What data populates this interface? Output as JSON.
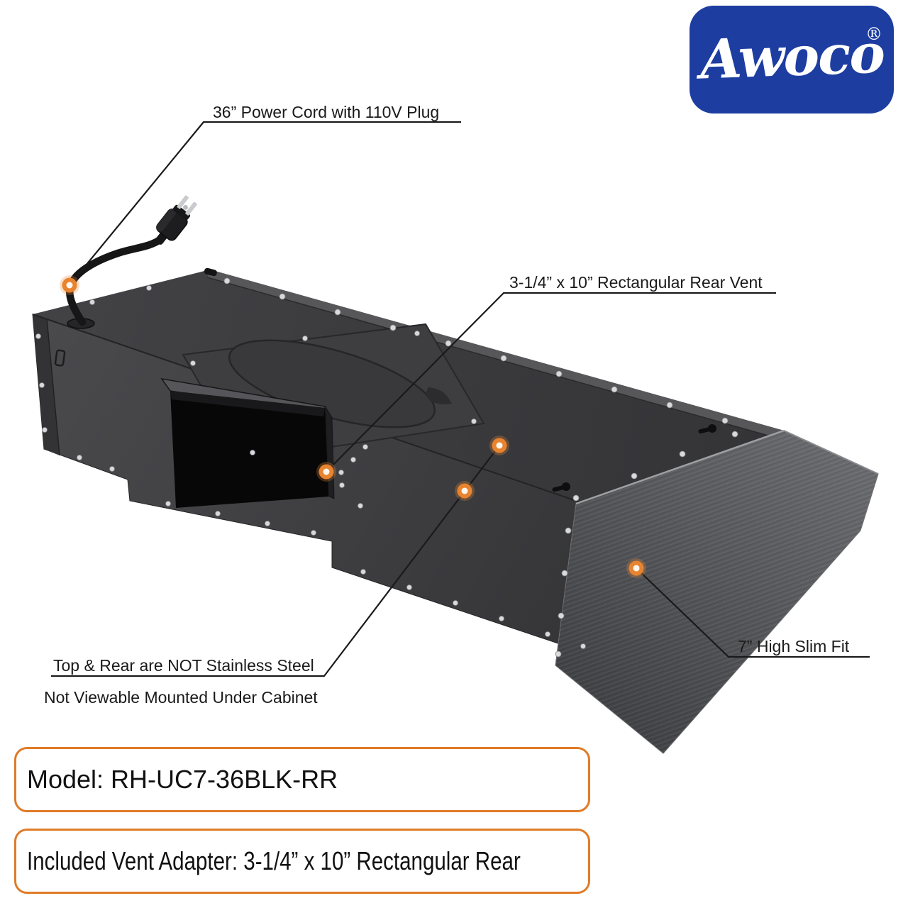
{
  "brand": {
    "logo_text": "Awoco",
    "registered_mark": "®",
    "logo_blue": "#1d3da0",
    "logo_text_color": "#ffffff"
  },
  "callouts": {
    "power_cord": "36” Power Cord with 110V Plug",
    "rear_vent": "3-1/4” x 10” Rectangular Rear Vent",
    "not_stainless_line1": "Top & Rear are NOT Stainless Steel",
    "not_stainless_line2": "Not Viewable Mounted Under Cabinet",
    "slim_fit": "7” High Slim Fit"
  },
  "info_boxes": {
    "model": "Model: RH-UC7-36BLK-RR",
    "vent_adapter": "Included Vent Adapter: 3-1/4” x 10” Rectangular Rear"
  },
  "colors": {
    "marker_orange": "#e8832f",
    "info_box_border": "#e07b28",
    "leader_line": "#1a1a1a",
    "hood_body_dark": "#3a3a3c",
    "hood_stainless": "#54555a"
  }
}
